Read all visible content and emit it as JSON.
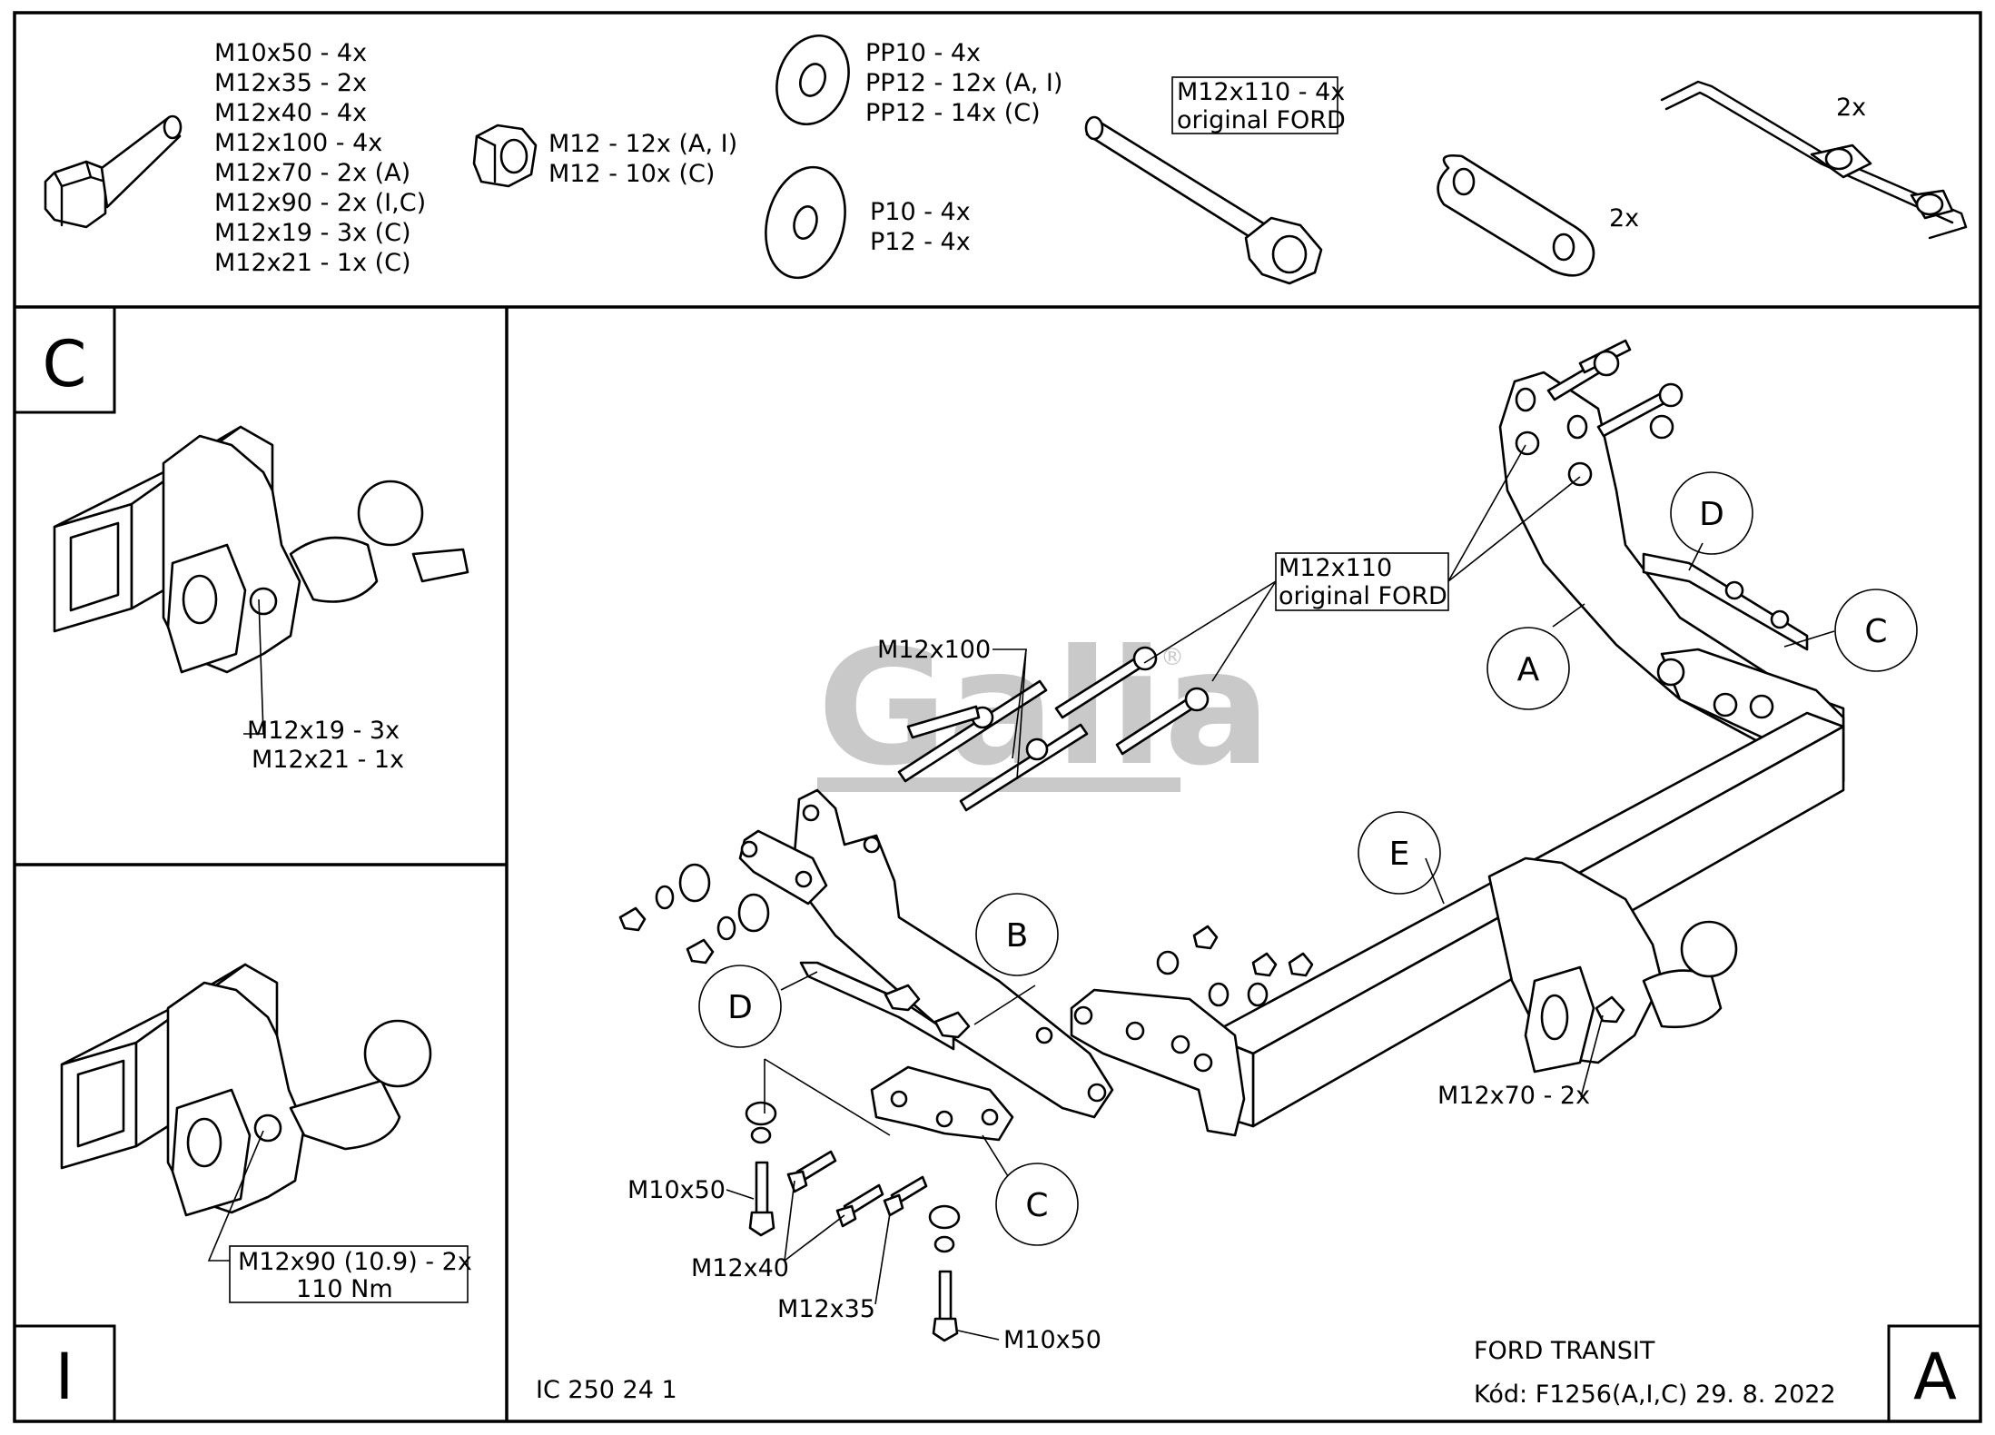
{
  "parts_list": {
    "bolts": [
      "M10x50 - 4x",
      "M12x35 - 2x",
      "M12x40 - 4x",
      "M12x100 - 4x",
      "M12x70 - 2x (A)",
      "M12x90 - 2x (I,C)",
      "M12x19 - 3x (C)",
      "M12x21 - 1x (C)"
    ],
    "nuts": [
      "M12 - 12x (A, I)",
      "M12 - 10x (C)"
    ],
    "spring_washers": [
      "PP10 - 4x",
      "PP12 - 12x (A, I)",
      "PP12 - 14x (C)"
    ],
    "flat_washers": [
      "P10 - 4x",
      "P12 - 4x"
    ],
    "ford_bolt": [
      "M12x110 - 4x",
      "original FORD"
    ],
    "plate_qty": "2x",
    "bracket_qty": "2x"
  },
  "panel_c": {
    "label": "C",
    "bolt_note": [
      "M12x19 - 3x",
      "M12x21 - 1x"
    ]
  },
  "panel_i": {
    "label": "I",
    "bolt_note": [
      "M12x90 (10.9) - 2x",
      "110 Nm"
    ]
  },
  "main": {
    "label": "A",
    "watermark": "Galia",
    "watermark_reg": "®",
    "callouts": {
      "m12x100": "M12x100",
      "m12x110": [
        "M12x110",
        "original FORD"
      ],
      "m12x70": "M12x70 - 2x",
      "m10x50_a": "M10x50",
      "m10x50_b": "M10x50",
      "m12x40": "M12x40",
      "m12x35": "M12x35"
    },
    "part_letters": {
      "a": "A",
      "b": "B",
      "c1": "C",
      "c2": "C",
      "d1": "D",
      "d2": "D",
      "e": "E"
    },
    "drawing_code": "IC 250 24 1",
    "vehicle": "FORD TRANSIT",
    "kod": "Kód: F1256(A,I,C)  29. 8. 2022"
  }
}
